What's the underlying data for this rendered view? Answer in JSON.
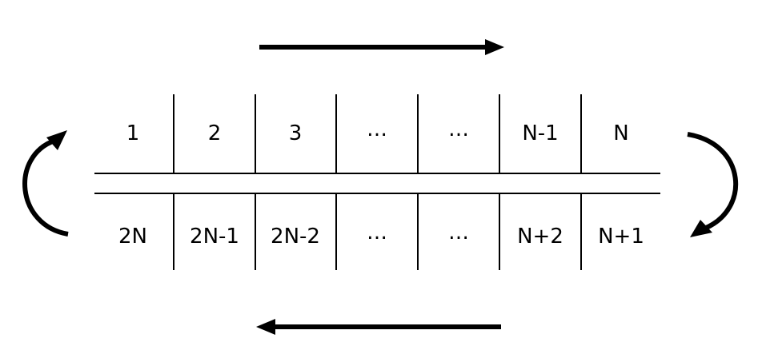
{
  "colors": {
    "ink": "#000000",
    "background": "#ffffff"
  },
  "top_row": {
    "cells": [
      {
        "label": "1"
      },
      {
        "label": "2"
      },
      {
        "label": "3"
      },
      {
        "label": "…"
      },
      {
        "label": "…"
      },
      {
        "label": "N-1"
      },
      {
        "label": "N"
      }
    ]
  },
  "bottom_row": {
    "cells": [
      {
        "label": "2N"
      },
      {
        "label": "2N-1"
      },
      {
        "label": "2N-2"
      },
      {
        "label": "…"
      },
      {
        "label": "…"
      },
      {
        "label": "N+2"
      },
      {
        "label": "N+1"
      }
    ]
  },
  "arrows": {
    "top": "right-arrow-icon",
    "bottom": "left-arrow-icon",
    "left": "curved-up-arrow-icon",
    "right": "curved-down-arrow-icon"
  }
}
